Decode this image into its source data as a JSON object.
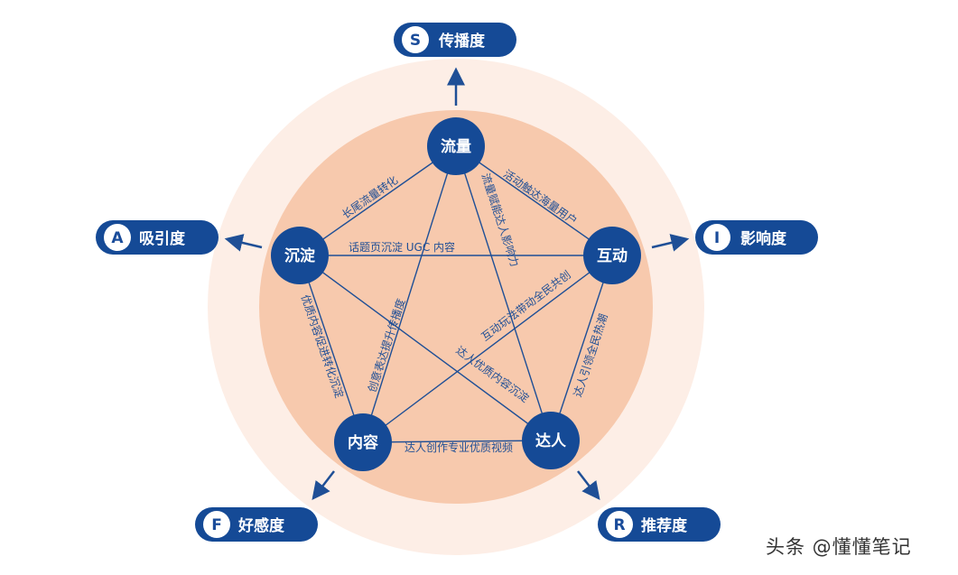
{
  "nodes": {
    "traffic": "流量",
    "interaction": "互动",
    "influencer": "达人",
    "content": "内容",
    "sediment": "沉淀"
  },
  "edges": {
    "traffic_interaction": "活动触达海量用户",
    "sediment_traffic": "长尾流量转化",
    "sediment_interaction": "话题页沉淀 UGC 内容",
    "traffic_influencer": "流量赋能达人影响力",
    "interaction_influencer": "达人引领全民热潮",
    "content_interaction": "互动玩法带动全民共创",
    "content_traffic": "创意表达提升传播度",
    "sediment_influencer": "达人优质内容沉淀",
    "sediment_content": "优质内容促进转化沉淀",
    "content_influencer": "达人创作专业优质视频"
  },
  "badges": {
    "s": {
      "letter": "S",
      "label": "传播度"
    },
    "i": {
      "letter": "I",
      "label": "影响度"
    },
    "r": {
      "letter": "R",
      "label": "推荐度"
    },
    "f": {
      "letter": "F",
      "label": "好感度"
    },
    "a": {
      "letter": "A",
      "label": "吸引度"
    }
  },
  "watermark": "头条 @懂懂笔记",
  "colors": {
    "node_blue": "#154a96",
    "outer_ring": "#fdeee6",
    "inner_ring": "#f7c9ad",
    "line_blue": "#1f4f96"
  }
}
